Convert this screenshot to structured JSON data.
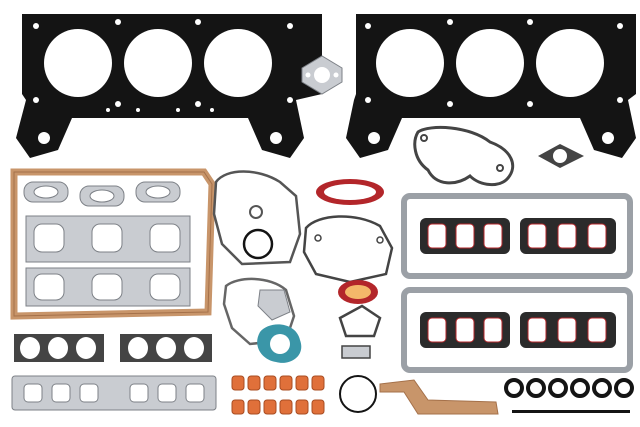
{
  "scene": {
    "background": "#ffffff",
    "colors": {
      "black_gasket": "#141414",
      "cork": "#c8956a",
      "cork_dark": "#a5714a",
      "steel": "#c9ccd1",
      "steel_dark": "#7d8187",
      "red_seal": "#b3262a",
      "teal_seal": "#3a96a8",
      "orange_seal": "#e0703a",
      "outline": "#444444"
    },
    "parts": [
      "left-head-gasket",
      "right-head-gasket",
      "egr-gasket",
      "water-pump-gasket",
      "thermostat-gasket",
      "oil-pan-gasket",
      "exhaust-manifold-gaskets",
      "timing-cover-gasket",
      "rear-main-seal",
      "front-cover-gasket",
      "small-o-rings",
      "valve-cover-gaskets",
      "intake-manifold-gaskets",
      "front-crank-seal",
      "oil-pump-gasket",
      "teal-water-outlet-gasket",
      "valve-stem-seals",
      "cork-end-seals",
      "intake-port-gaskets",
      "black-o-rings"
    ]
  }
}
